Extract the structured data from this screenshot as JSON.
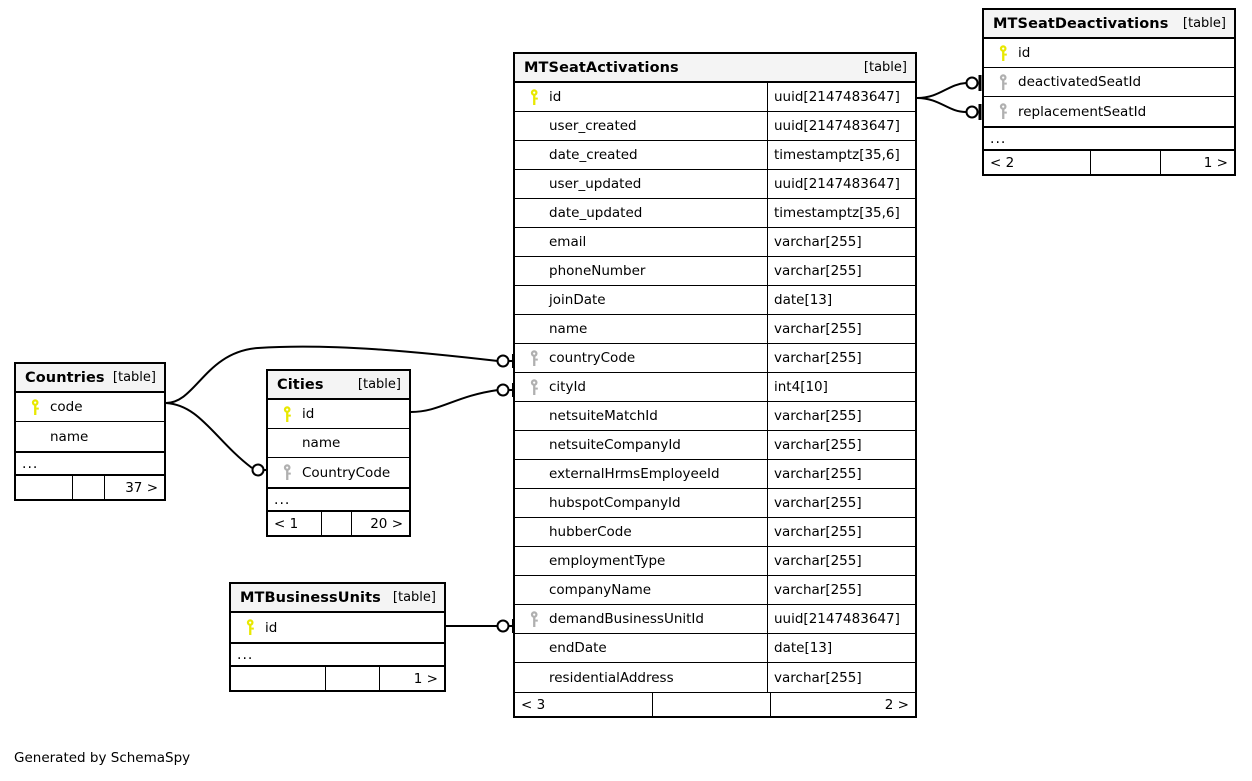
{
  "diagram": {
    "tool_credit": "Generated by SchemaSpy",
    "table_tag": "[table]",
    "ellipsis": "...",
    "key_icon_pk": "key-icon-primary",
    "key_icon_fk": "key-icon-foreign",
    "colors": {
      "pk_key": "#e8e800",
      "fk_key": "#b0b0b0",
      "header_bg": "#f4f4f4",
      "border": "#000000",
      "background": "#ffffff"
    }
  },
  "tables": {
    "mtseatactivations": {
      "name": "MTSeatActivations",
      "tag": "[table]",
      "columns": [
        {
          "name": "id",
          "type": "uuid[2147483647]",
          "key": "pk"
        },
        {
          "name": "user_created",
          "type": "uuid[2147483647]",
          "key": "none"
        },
        {
          "name": "date_created",
          "type": "timestamptz[35,6]",
          "key": "none"
        },
        {
          "name": "user_updated",
          "type": "uuid[2147483647]",
          "key": "none"
        },
        {
          "name": "date_updated",
          "type": "timestamptz[35,6]",
          "key": "none"
        },
        {
          "name": "email",
          "type": "varchar[255]",
          "key": "none"
        },
        {
          "name": "phoneNumber",
          "type": "varchar[255]",
          "key": "none"
        },
        {
          "name": "joinDate",
          "type": "date[13]",
          "key": "none"
        },
        {
          "name": "name",
          "type": "varchar[255]",
          "key": "none"
        },
        {
          "name": "countryCode",
          "type": "varchar[255]",
          "key": "fk"
        },
        {
          "name": "cityId",
          "type": "int4[10]",
          "key": "fk"
        },
        {
          "name": "netsuiteMatchId",
          "type": "varchar[255]",
          "key": "none"
        },
        {
          "name": "netsuiteCompanyId",
          "type": "varchar[255]",
          "key": "none"
        },
        {
          "name": "externalHrmsEmployeeId",
          "type": "varchar[255]",
          "key": "none"
        },
        {
          "name": "hubspotCompanyId",
          "type": "varchar[255]",
          "key": "none"
        },
        {
          "name": "hubberCode",
          "type": "varchar[255]",
          "key": "none"
        },
        {
          "name": "employmentType",
          "type": "varchar[255]",
          "key": "none"
        },
        {
          "name": "companyName",
          "type": "varchar[255]",
          "key": "none"
        },
        {
          "name": "demandBusinessUnitId",
          "type": "uuid[2147483647]",
          "key": "fk"
        },
        {
          "name": "endDate",
          "type": "date[13]",
          "key": "none"
        },
        {
          "name": "residentialAddress",
          "type": "varchar[255]",
          "key": "none"
        }
      ],
      "has_ellipsis": false,
      "footer": [
        "< 3",
        "",
        "2 >"
      ]
    },
    "mtseatdeactivations": {
      "name": "MTSeatDeactivations",
      "tag": "[table]",
      "columns": [
        {
          "name": "id",
          "type": "",
          "key": "pk"
        },
        {
          "name": "deactivatedSeatId",
          "type": "",
          "key": "fk"
        },
        {
          "name": "replacementSeatId",
          "type": "",
          "key": "fk"
        }
      ],
      "has_ellipsis": true,
      "footer": [
        "< 2",
        "",
        "1 >"
      ]
    },
    "countries": {
      "name": "Countries",
      "tag": "[table]",
      "columns": [
        {
          "name": "code",
          "type": "",
          "key": "pk"
        },
        {
          "name": "name",
          "type": "",
          "key": "none"
        }
      ],
      "has_ellipsis": true,
      "footer": [
        "",
        "",
        "37 >"
      ]
    },
    "cities": {
      "name": "Cities",
      "tag": "[table]",
      "columns": [
        {
          "name": "id",
          "type": "",
          "key": "pk"
        },
        {
          "name": "name",
          "type": "",
          "key": "none"
        },
        {
          "name": "CountryCode",
          "type": "",
          "key": "fk"
        }
      ],
      "has_ellipsis": true,
      "footer": [
        "< 1",
        "",
        "20 >"
      ]
    },
    "mtbusinessunits": {
      "name": "MTBusinessUnits",
      "tag": "[table]",
      "columns": [
        {
          "name": "id",
          "type": "",
          "key": "pk"
        }
      ],
      "has_ellipsis": true,
      "footer": [
        "",
        "",
        "1 >"
      ]
    }
  },
  "relationships": [
    {
      "from": "MTSeatActivations.id",
      "to": "MTSeatDeactivations.deactivatedSeatId",
      "notation": "zero-or-one"
    },
    {
      "from": "MTSeatActivations.id",
      "to": "MTSeatDeactivations.replacementSeatId",
      "notation": "zero-or-one"
    },
    {
      "from": "Countries.code",
      "to": "MTSeatActivations.countryCode",
      "notation": "zero-or-many"
    },
    {
      "from": "Countries.code",
      "to": "Cities.CountryCode",
      "notation": "zero-or-many"
    },
    {
      "from": "Cities.id",
      "to": "MTSeatActivations.cityId",
      "notation": "zero-or-many"
    },
    {
      "from": "MTBusinessUnits.id",
      "to": "MTSeatActivations.demandBusinessUnitId",
      "notation": "zero-or-many"
    }
  ]
}
